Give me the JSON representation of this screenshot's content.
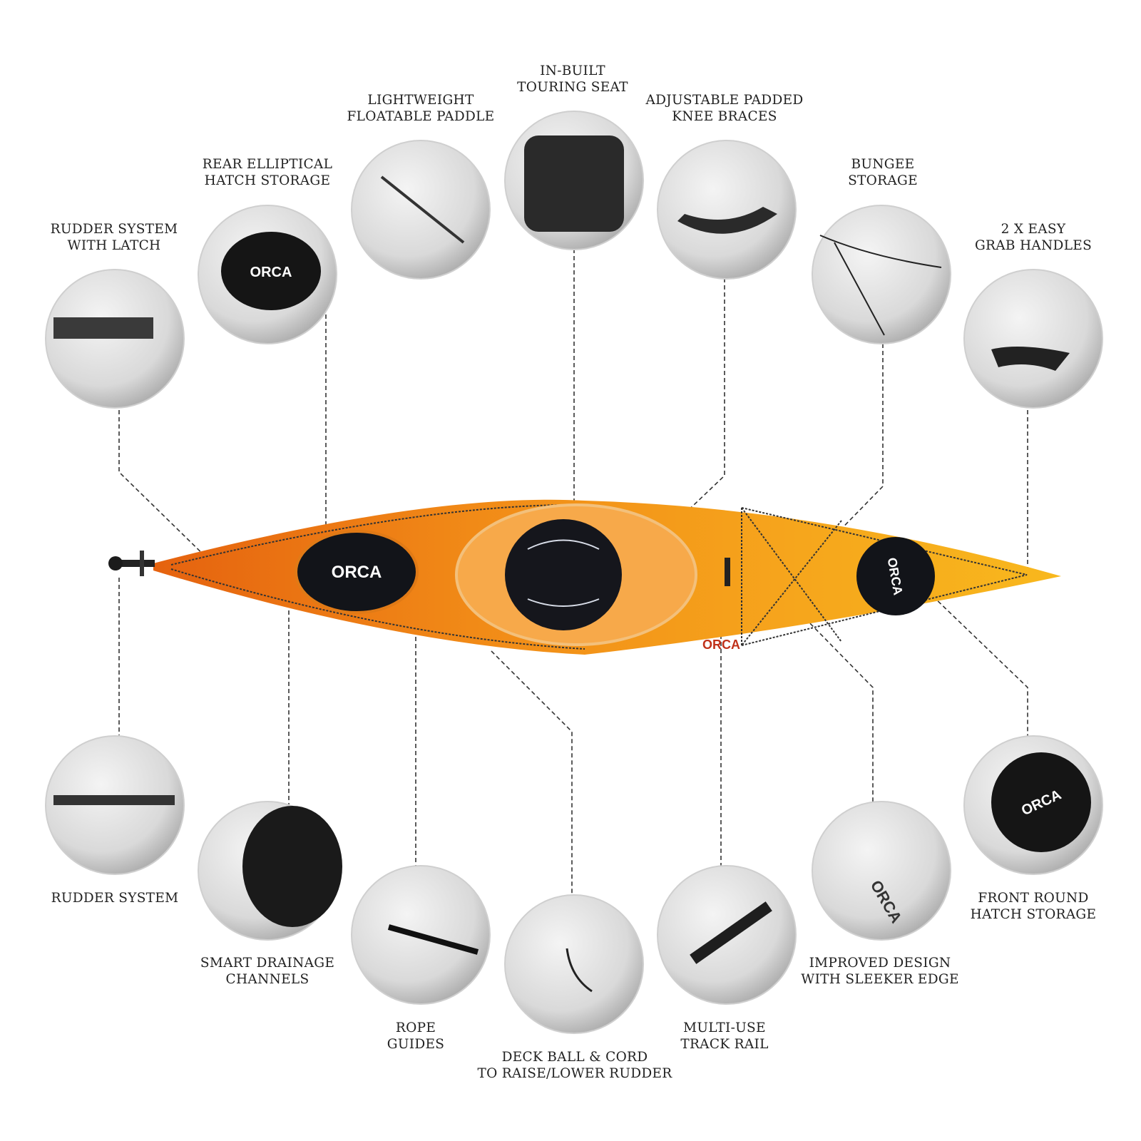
{
  "brand_logo_text": "ORCA",
  "colors": {
    "hull_dark": "#e5620f",
    "hull_mid": "#f39a1c",
    "hull_light": "#f8b81d",
    "hatch": "#111318",
    "circle_stroke": "#cfcfcf",
    "line": "#333333"
  },
  "callouts": {
    "rudder_latch": {
      "line1": "RUDDER SYSTEM",
      "line2": "WITH LATCH"
    },
    "rear_hatch": {
      "line1": "REAR ELLIPTICAL",
      "line2": "HATCH STORAGE"
    },
    "paddle": {
      "line1": "LIGHTWEIGHT",
      "line2": "FLOATABLE PADDLE"
    },
    "seat": {
      "line1": "IN-BUILT",
      "line2": "TOURING SEAT"
    },
    "knee": {
      "line1": "ADJUSTABLE PADDED",
      "line2": "KNEE BRACES"
    },
    "bungee": {
      "line1": "BUNGEE",
      "line2": "STORAGE"
    },
    "grab": {
      "line1": "2 X EASY",
      "line2": "GRAB HANDLES"
    },
    "rudder": {
      "line1": "RUDDER SYSTEM"
    },
    "drainage": {
      "line1": "SMART DRAINAGE",
      "line2": "CHANNELS"
    },
    "rope": {
      "line1": "ROPE",
      "line2": "GUIDES"
    },
    "deckball": {
      "line1": "DECK BALL & CORD",
      "line2": "TO RAISE/LOWER RUDDER"
    },
    "track": {
      "line1": "MULTI-USE",
      "line2": "TRACK RAIL"
    },
    "design": {
      "line1": "IMPROVED DESIGN",
      "line2": "WITH SLEEKER EDGE"
    },
    "front_hatch": {
      "line1": "FRONT ROUND",
      "line2": "HATCH STORAGE"
    }
  }
}
